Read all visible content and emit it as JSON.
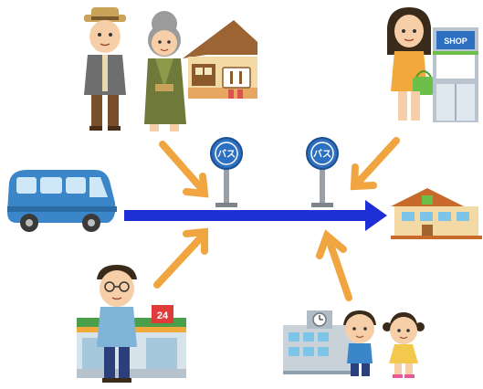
{
  "diagram": {
    "stop_sign_text": "バス",
    "shop_sign_text": "SHOP",
    "convenience_store_sign_text": "24"
  },
  "colors": {
    "route_line": "#1f2fd6",
    "feed_arrow": "#f0a541",
    "bus_body": "#3b86c8",
    "stop_sign": "#2d6fc0"
  }
}
